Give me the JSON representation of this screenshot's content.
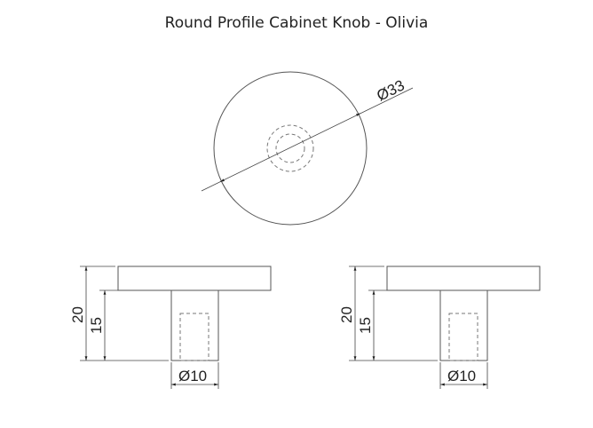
{
  "title": "Round Profile Cabinet Knob - Olivia",
  "top_view": {
    "diameter_label": "Ø33"
  },
  "side_views": [
    {
      "height_total_label": "20",
      "stem_height_label": "15",
      "stem_diameter_label": "Ø10"
    },
    {
      "height_total_label": "20",
      "stem_height_label": "15",
      "stem_diameter_label": "Ø10"
    }
  ]
}
